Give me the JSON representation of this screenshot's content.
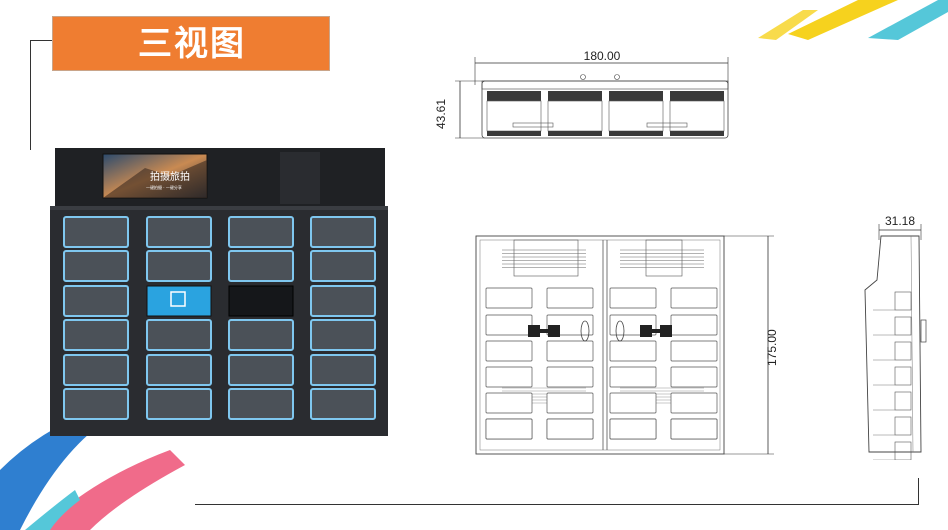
{
  "title": "三视图",
  "screen_text": {
    "main": "拍摄旅拍",
    "sub": "一键拍摄 · 一键分享"
  },
  "dimensions": {
    "top_width": "180.00",
    "top_height": "43.61",
    "front_height": "175.00",
    "side_depth": "31.18"
  },
  "colors": {
    "title_bg": "#ef7d31",
    "cabinet": "#2a2c30",
    "door_fill": "#4b5158",
    "door_border": "#7fc7ef",
    "center_screen": "#2aa3e0"
  }
}
